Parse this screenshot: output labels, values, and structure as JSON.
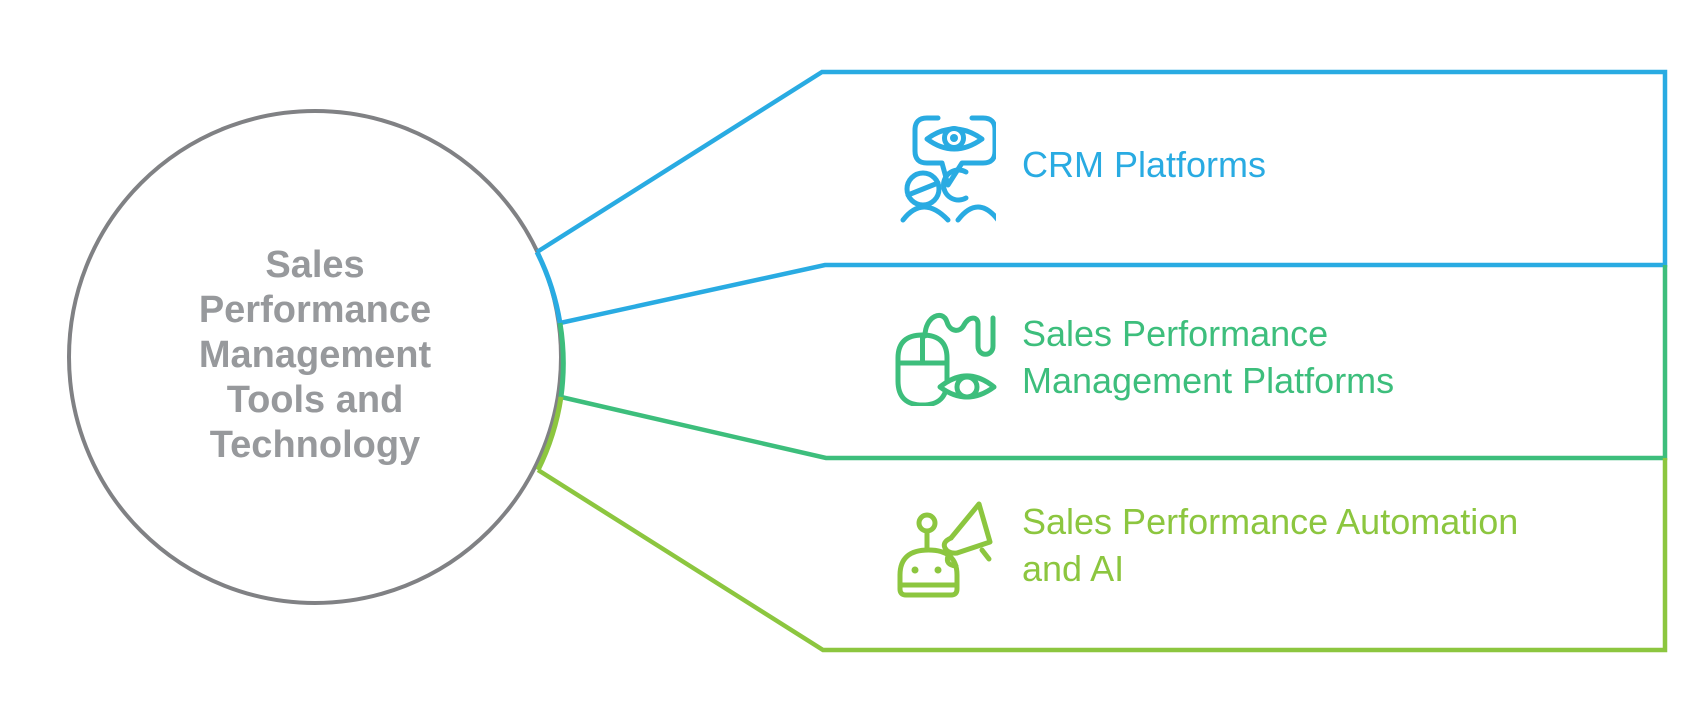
{
  "diagram": {
    "hub": {
      "title": "Sales\nPerformance\nManagement\nTools and\nTechnology",
      "text_color": "#97999C",
      "circle_color": "#808184"
    },
    "branches": [
      {
        "label": "CRM Platforms",
        "color": "#29ABE2",
        "icon": "people-conversation-eye-icon"
      },
      {
        "label": "Sales Performance\nManagement Platforms",
        "color": "#3DBE7C",
        "icon": "computer-mouse-eye-icon"
      },
      {
        "label": "Sales Performance Automation\nand AI",
        "color": "#8CC63F",
        "icon": "robot-megaphone-icon"
      }
    ]
  }
}
